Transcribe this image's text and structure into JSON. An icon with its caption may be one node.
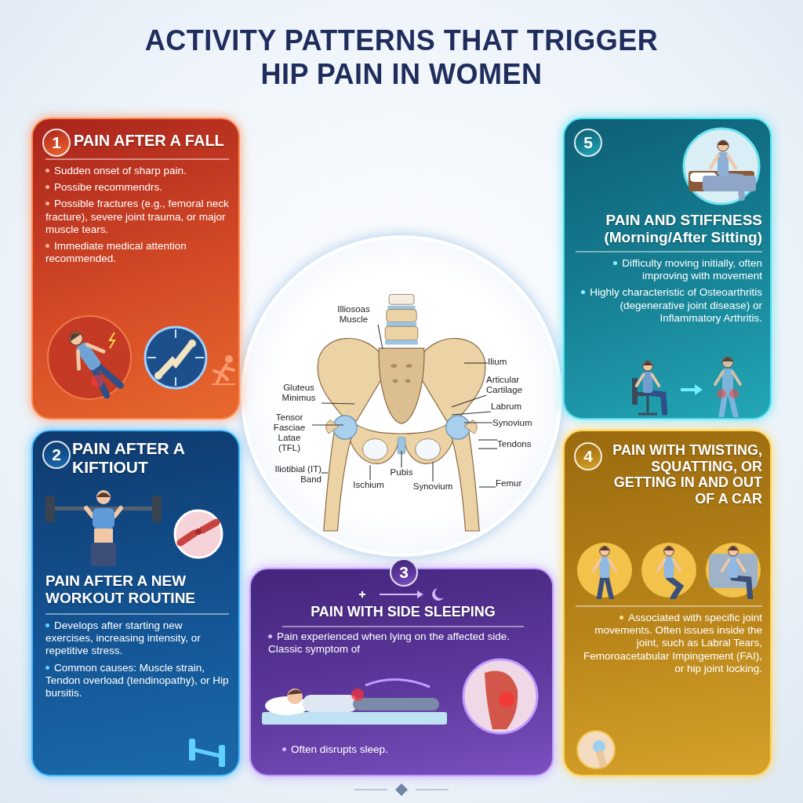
{
  "diagram": {
    "title": "ACTIVITY PATTERNS THAT TRIGGER HIP PAIN IN WOMEN",
    "nodes": [
      {
        "text": [
          "1",
          "PAIN AFTER A FALL",
          "Sudden onset of sharp pain.",
          "Possibe recommendrs.",
          "Possible fractures (e.g., femoral neck fracture), severe joint trauma, or major muscle tears.",
          "Immediate medical attention recommended."
        ]
      },
      {
        "text": [
          "5",
          "PAIN AND STIFFNESS (Morning/After Sitting)",
          "Difficulty moving initially, often improving with movement",
          "Highly characteristic of Osteoarthritis (degenerative joint disease) or Inflammatory Arthritis."
        ]
      },
      {
        "text": [
          "Illiosoas Muscle"
        ]
      },
      {
        "text": [
          "Ilium"
        ]
      },
      {
        "text": [
          "Articular Cartilage"
        ]
      },
      {
        "text": [
          "Gluteus Minimus"
        ]
      },
      {
        "text": [
          "Labrum"
        ]
      },
      {
        "text": [
          "Tensor Fasciae Latae (TFL)"
        ]
      },
      {
        "text": [
          "Synovium"
        ]
      },
      {
        "text": [
          "Tendons"
        ]
      },
      {
        "text": [
          "Iliotibial (IT) Band"
        ]
      },
      {
        "text": [
          "Pubis"
        ]
      },
      {
        "text": [
          "Ischium"
        ]
      },
      {
        "text": [
          "Synovium"
        ]
      },
      {
        "text": [
          "Femur"
        ]
      },
      {
        "text": [
          "2",
          "PAIN AFTER A KIFTIOUT",
          "PAIN AFTER A NEW WORKOUT ROUTINE",
          "Develops after starting new exercises, increasing intensity, or repetitive stress.",
          "Common causes: Muscle strain, Tendon overload (tendinopathy), or Hip bursitis."
        ]
      },
      {
        "text": [
          "3",
          "PAIN WITH SIDE SLEEPING",
          "Pain experienced when lying on the affected side. Classic symptom of",
          "Often disrupts sleep."
        ]
      },
      {
        "text": [
          "4",
          "PAIN WITH TWISTING, SQUATTING, OR GETTING IN AND OUT OF A CAR",
          "Associated with specific joint movements. Often issues inside the joint, such as Labral Tears, Femoroacetabular Impingement (FAI), or hip joint locking."
        ]
      }
    ],
    "edges": [
      {
        "from": 2,
        "to": null,
        "arrow": "none"
      },
      {
        "from": 3,
        "to": null,
        "arrow": "none"
      },
      {
        "from": 4,
        "to": null,
        "arrow": "none"
      },
      {
        "from": 5,
        "to": null,
        "arrow": "none"
      },
      {
        "from": 6,
        "to": null,
        "arrow": "none"
      },
      {
        "from": 7,
        "to": null,
        "arrow": "none"
      },
      {
        "from": 8,
        "to": null,
        "arrow": "none"
      },
      {
        "from": 9,
        "to": null,
        "arrow": "none"
      },
      {
        "from": 9,
        "to": null,
        "arrow": "none"
      },
      {
        "from": 10,
        "to": null,
        "arrow": "none"
      },
      {
        "from": 11,
        "to": null,
        "arrow": "none"
      },
      {
        "from": 12,
        "to": null,
        "arrow": "none"
      },
      {
        "from": 13,
        "to": null,
        "arrow": "none"
      },
      {
        "from": 14,
        "to": null,
        "arrow": "none"
      }
    ]
  }
}
